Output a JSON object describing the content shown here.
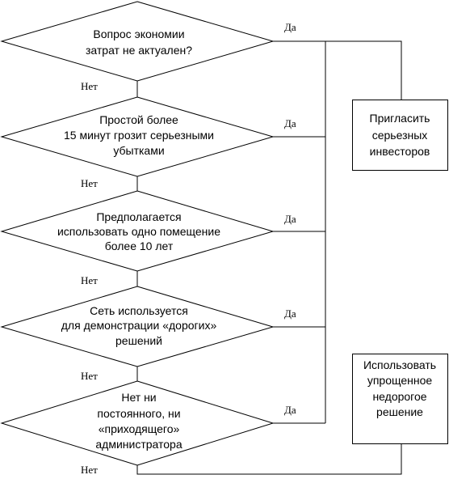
{
  "decisions": [
    {
      "text": [
        "Вопрос экономии",
        "затрат не актуален?"
      ],
      "yes_label": "Да",
      "no_label": "Нет"
    },
    {
      "text": [
        "Простой более",
        "15 минут грозит серьезными",
        "убытками"
      ],
      "yes_label": "Да",
      "no_label": "Нет"
    },
    {
      "text": [
        "Предполагается",
        "использовать одно помещение",
        "более 10 лет"
      ],
      "yes_label": "Да",
      "no_label": "Нет"
    },
    {
      "text": [
        "Сеть используется",
        "для демонстрации «дорогих»",
        "решений"
      ],
      "yes_label": "Да",
      "no_label": "Нет"
    },
    {
      "text": [
        "Нет ни",
        "постоянного, ни",
        "«приходящего»",
        "администратора"
      ],
      "yes_label": "Да",
      "no_label": "Нет"
    }
  ],
  "outcomes": [
    {
      "text": [
        "Пригласить",
        "серьезных",
        "инвесторов"
      ]
    },
    {
      "text": [
        "Использовать",
        "упрощенное",
        "недорогое",
        "решение"
      ]
    }
  ],
  "colors": {
    "stroke": "#000000",
    "background": "#ffffff",
    "text": "#000000"
  }
}
